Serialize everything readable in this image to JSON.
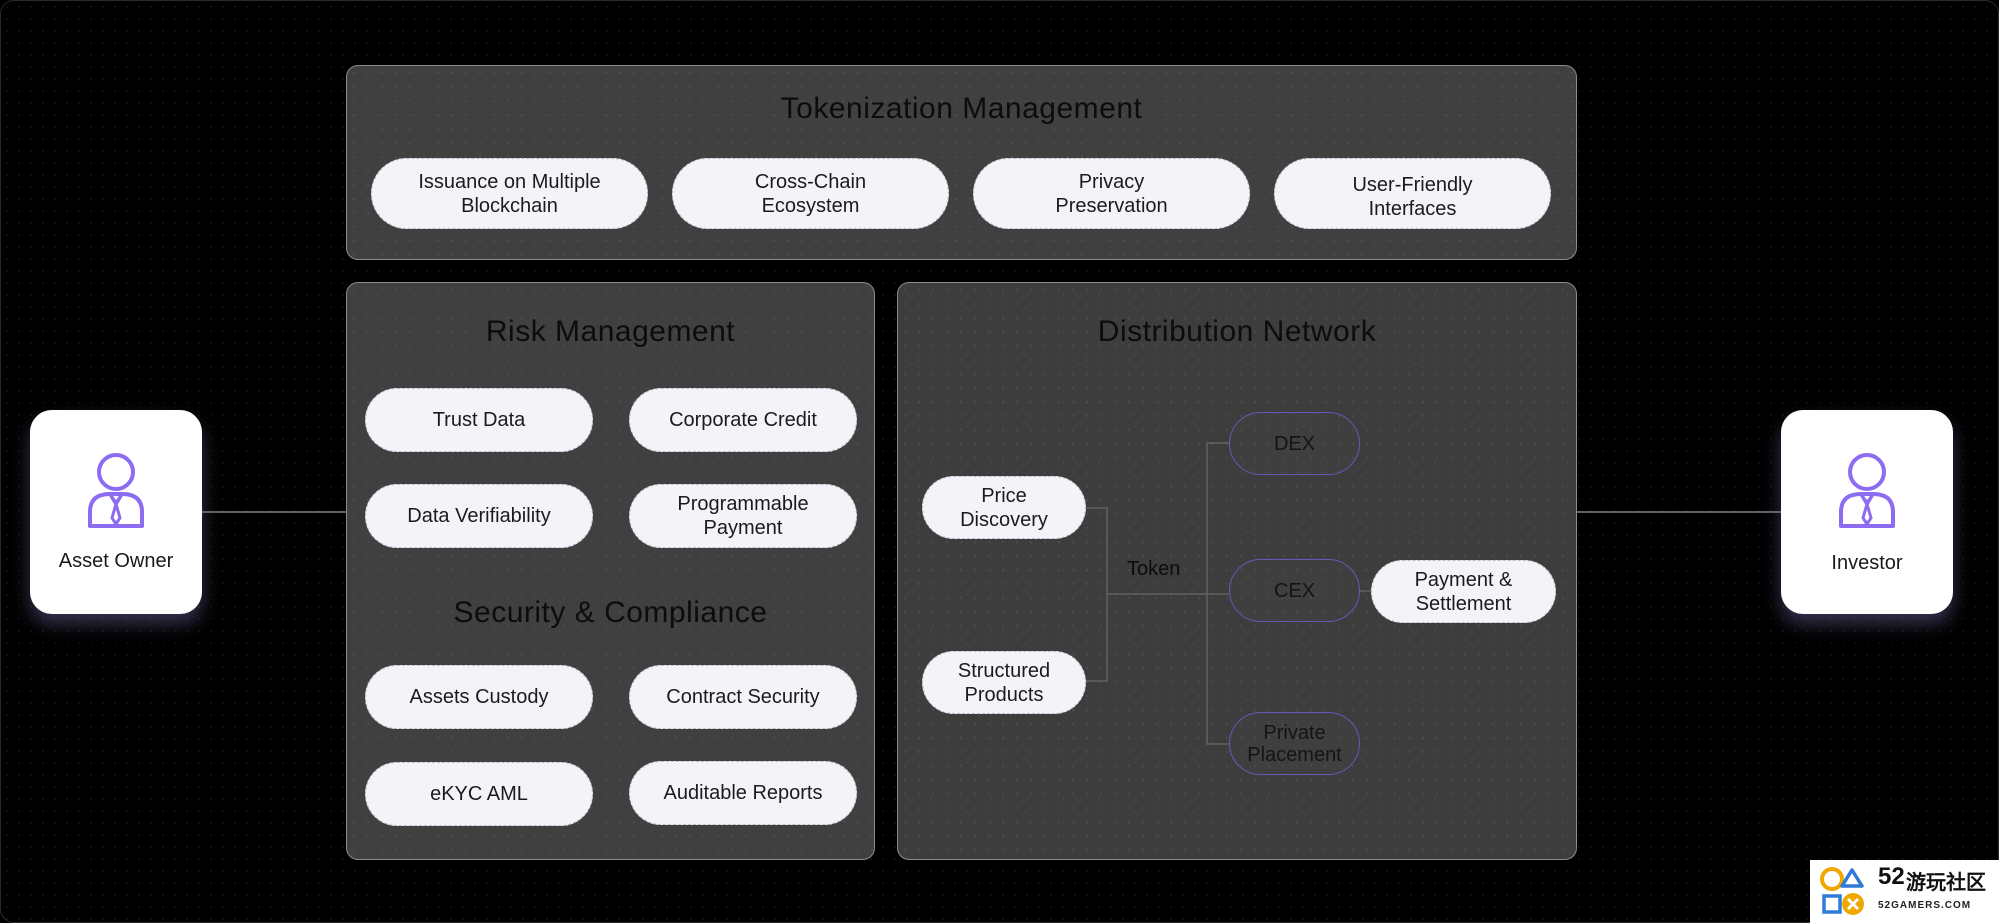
{
  "tokenization": {
    "title": "Tokenization Management",
    "items": [
      "Issuance on Multiple\nBlockchain",
      "Cross-Chain\nEcosystem",
      "Privacy\nPreservation",
      "User-Friendly\nInterfaces"
    ]
  },
  "risk": {
    "title": "Risk Management",
    "items": [
      "Trust Data",
      "Corporate Credit",
      "Data Verifiability",
      "Programmable\nPayment"
    ]
  },
  "security": {
    "title": "Security & Compliance",
    "items": [
      "Assets Custody",
      "Contract Security",
      "eKYC AML",
      "Auditable Reports"
    ]
  },
  "distribution": {
    "title": "Distribution Network",
    "sources": [
      "Price\nDiscovery",
      "Structured\nProducts"
    ],
    "token_label": "Token",
    "channels": [
      "DEX",
      "CEX",
      "Private\nPlacement"
    ],
    "settlement": "Payment &\nSettlement"
  },
  "actors": {
    "left": "Asset Owner",
    "right": "Investor"
  },
  "watermark": {
    "number": "52",
    "name": "游玩社区",
    "url": "52GAMERS.COM"
  },
  "colors": {
    "accent": "#8c6cf0",
    "panel": "#4e4e4e",
    "pill": "#f4f3f8",
    "magenta": "#d05cf2"
  }
}
